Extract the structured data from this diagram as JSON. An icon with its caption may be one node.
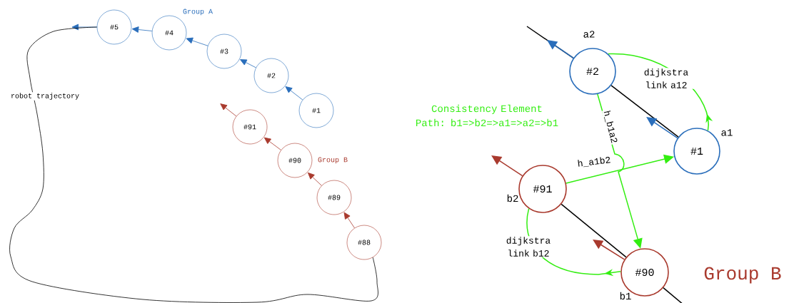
{
  "diagram": {
    "nodes": [
      {
        "text": [
          "#5"
        ]
      },
      {
        "text": [
          "#4"
        ]
      },
      {
        "text": [
          "#3"
        ]
      },
      {
        "text": [
          "#2"
        ]
      },
      {
        "text": [
          "#1"
        ]
      },
      {
        "text": [
          "#91"
        ]
      },
      {
        "text": [
          "#90"
        ]
      },
      {
        "text": [
          "#89"
        ]
      },
      {
        "text": [
          "#88"
        ]
      },
      {
        "text": [
          "#2"
        ],
        "beside": [
          "a2"
        ]
      },
      {
        "text": [
          "#1"
        ],
        "beside": [
          "a1"
        ]
      },
      {
        "text": [
          "#91"
        ],
        "beside": [
          "b2"
        ]
      },
      {
        "text": [
          "#90"
        ],
        "beside": [
          "b1"
        ]
      }
    ],
    "edges": [
      {
        "from": 4,
        "to": 3,
        "arrow": "to",
        "color": "#2a6ebb"
      },
      {
        "from": 3,
        "to": 2,
        "arrow": "to",
        "color": "#2a6ebb"
      },
      {
        "from": 2,
        "to": 1,
        "arrow": "to",
        "color": "#2a6ebb"
      },
      {
        "from": 1,
        "to": 0,
        "arrow": "to",
        "color": "#2a6ebb"
      },
      {
        "from": 0,
        "to": null,
        "arrow": "to",
        "color": "#2a6ebb"
      },
      {
        "from": 8,
        "to": 7,
        "arrow": "to",
        "color": "#a93a2e"
      },
      {
        "from": 7,
        "to": 6,
        "arrow": "to",
        "color": "#a93a2e"
      },
      {
        "from": 6,
        "to": 5,
        "arrow": "to",
        "color": "#a93a2e"
      },
      {
        "from": 5,
        "to": null,
        "arrow": "to",
        "color": "#a93a2e"
      },
      {
        "from": 0,
        "to": 8,
        "arrow": "none",
        "label": "robot trajectory",
        "color": "#000000"
      },
      {
        "from": null,
        "to": 9,
        "arrow": "none",
        "color": "#000000"
      },
      {
        "from": 9,
        "to": null,
        "arrow": "to",
        "color": "#2a6ebb"
      },
      {
        "from": 9,
        "to": 10,
        "arrow": "none",
        "color": "#000000"
      },
      {
        "from": 10,
        "to": null,
        "arrow": "to",
        "color": "#2a6ebb"
      },
      {
        "from": 11,
        "to": null,
        "arrow": "to",
        "color": "#a93a2e"
      },
      {
        "from": 11,
        "to": 12,
        "arrow": "none",
        "color": "#000000"
      },
      {
        "from": 12,
        "to": null,
        "arrow": "to",
        "color": "#a93a2e"
      },
      {
        "from": 12,
        "to": null,
        "arrow": "none",
        "color": "#000000"
      },
      {
        "from": 10,
        "to": 9,
        "arrow": "to",
        "label": "dijkstra link a12",
        "color": "#33ee11"
      },
      {
        "from": 12,
        "to": 11,
        "arrow": "to",
        "label": "dijkstra link b12",
        "color": "#33ee11"
      },
      {
        "from": 11,
        "to": 10,
        "arrow": "to",
        "label": "h_a1b2",
        "color": "#33ee11"
      },
      {
        "from": 9,
        "to": 12,
        "arrow": "to",
        "label": "h_b1a2",
        "color": "#33ee11"
      }
    ],
    "labels": [
      "Group A",
      "Group B",
      "Consistency Element Path: b1=>b2=>a1=>a2=>b1",
      "Group B"
    ]
  }
}
